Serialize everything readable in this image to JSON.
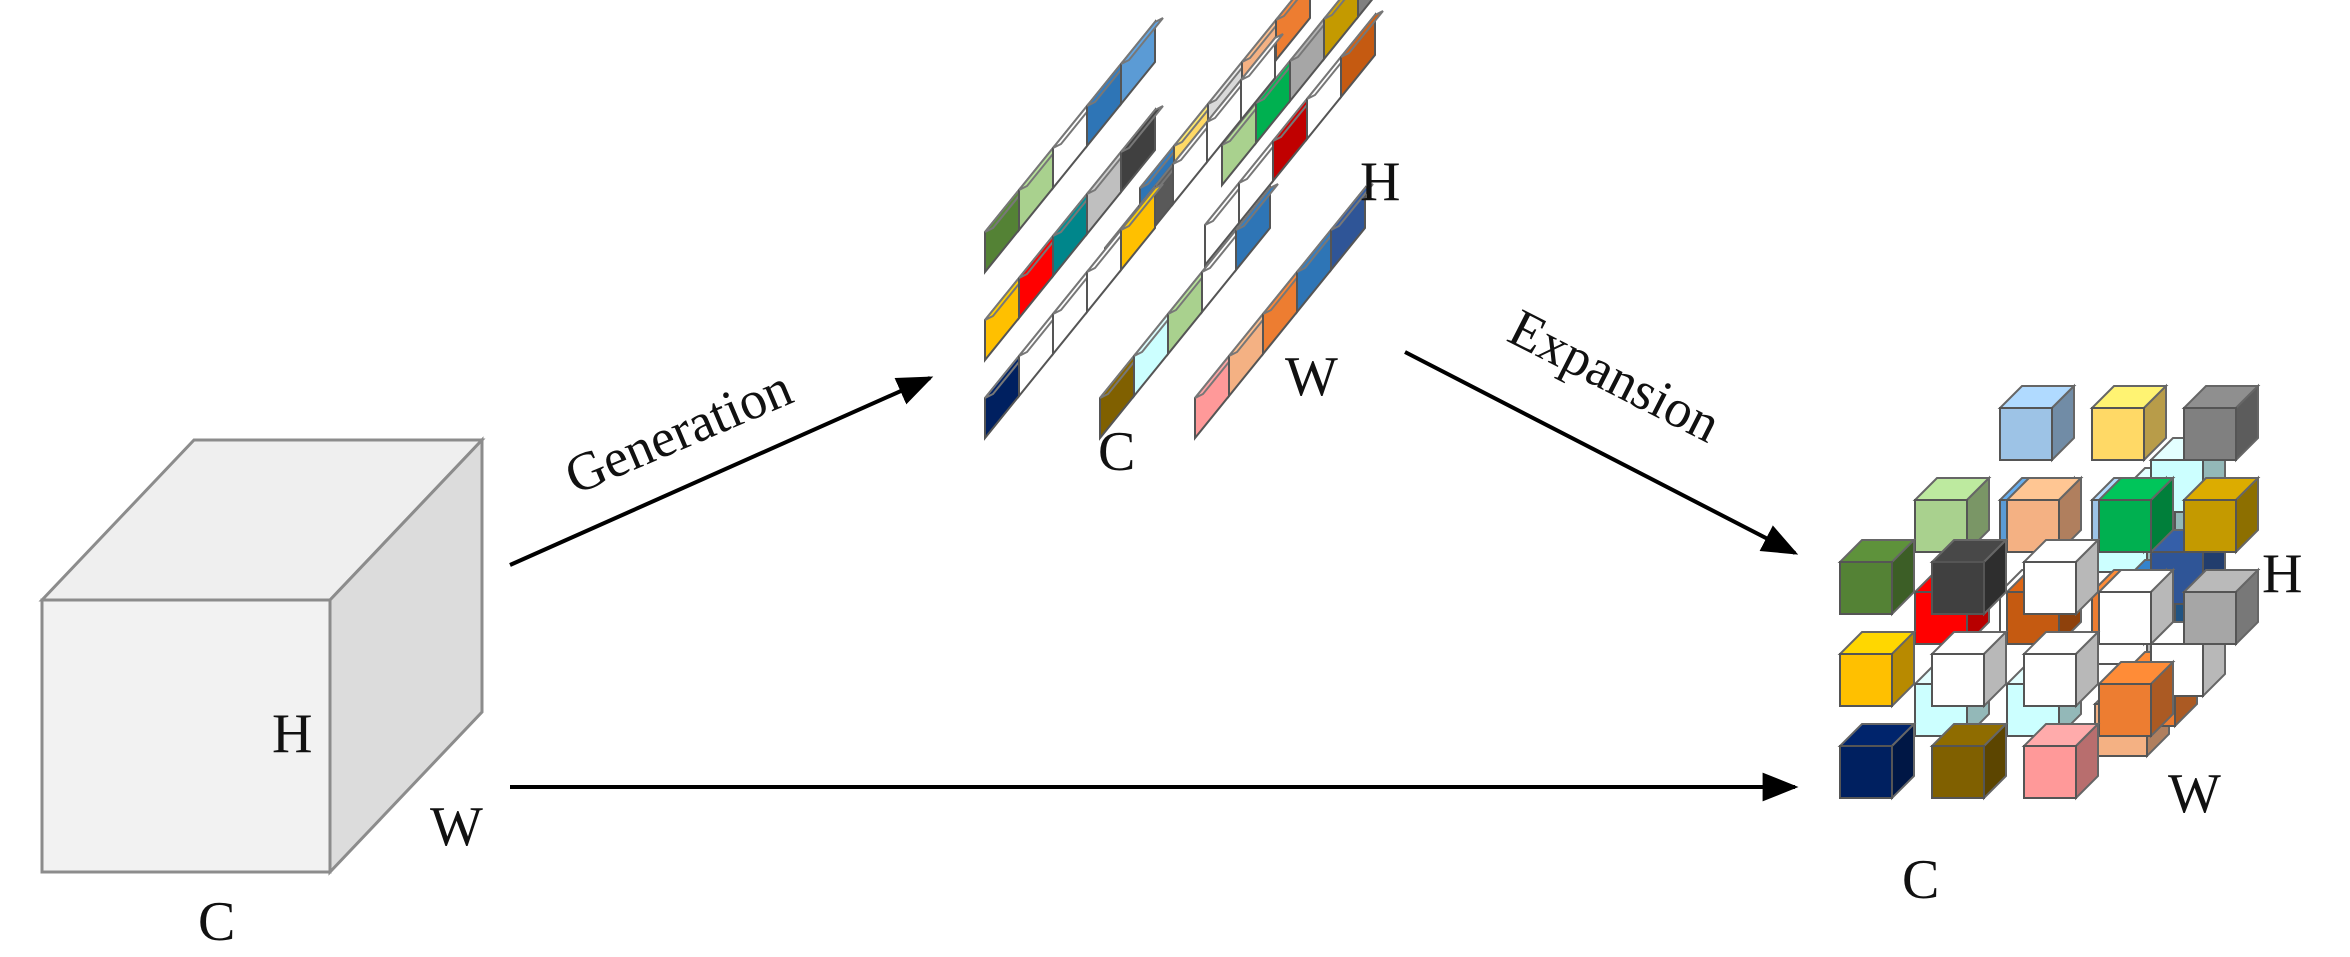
{
  "input_cube": {
    "labels": {
      "c": "C",
      "h": "H",
      "w": "W"
    },
    "face_colors": [
      "#f2f2f2",
      "#e9e9e9",
      "#dcdcdc"
    ],
    "edge_color": "#8c8c8c"
  },
  "operations": {
    "generation": "Generation",
    "expansion": "Expansion"
  },
  "strips": {
    "labels": {
      "c": "C",
      "h": "H",
      "w": "W"
    },
    "rows": [
      [
        "#548235",
        "#a9d18e",
        "#ffffff",
        "#2e75b6",
        "#5b9bd5"
      ],
      [
        "#2e75b6",
        "#ffd966",
        "#d9d9d9",
        "#f4b183",
        "#ed7d31"
      ],
      [
        "#a9d18e",
        "#00b050",
        "#a6a6a6",
        "#c49a00",
        "#808080"
      ],
      [
        "#ffc000",
        "#ff0000",
        "#00868b",
        "#bfbfbf",
        "#404040"
      ],
      [
        "#c55a11",
        "#595959",
        "#ffffff",
        "#ffffff",
        "#ffffff"
      ],
      [
        "#ffffff",
        "#ffffff",
        "#c00000",
        "#ffffff",
        "#c55a11"
      ],
      [
        "#002060",
        "#ffffff",
        "#ffffff",
        "#ffffff",
        "#ffc000"
      ],
      [
        "#806000",
        "#ccffff",
        "#a9d18e",
        "#ffffff",
        "#2e75b6"
      ],
      [
        "#ff9999",
        "#f4b183",
        "#ed7d31",
        "#2e75b6",
        "#2f5597"
      ]
    ]
  },
  "output_cube": {
    "labels": {
      "c": "C",
      "h": "H",
      "w": "W"
    },
    "back_layer": [
      "#9dc3e6",
      "#ffd966",
      "#808080",
      "#5b9bd5",
      "#9dc3e6",
      "#c49a00",
      "#ffffff",
      "#ed7d31",
      "#a6a6a6"
    ],
    "mid_layer": [
      "#a9d18e",
      "#f4b183",
      "#00b050",
      "#ff0000",
      "#c55a11",
      "#ffffff",
      "#ccffff",
      "#ccffff",
      "#ed7d31"
    ],
    "front_layer": [
      "#548235",
      "#404040",
      "#ffffff",
      "#ffc000",
      "#ffffff",
      "#ffffff",
      "#002060",
      "#806000",
      "#ff9999"
    ],
    "right_side": [
      "#ccffff",
      "#ccffff",
      "#ccffff",
      "#ffffff",
      "#2e75b6",
      "#2f5597",
      "#f4b183",
      "#ed7d31",
      "#ffffff"
    ]
  },
  "arrows": {
    "color": "#000000"
  }
}
